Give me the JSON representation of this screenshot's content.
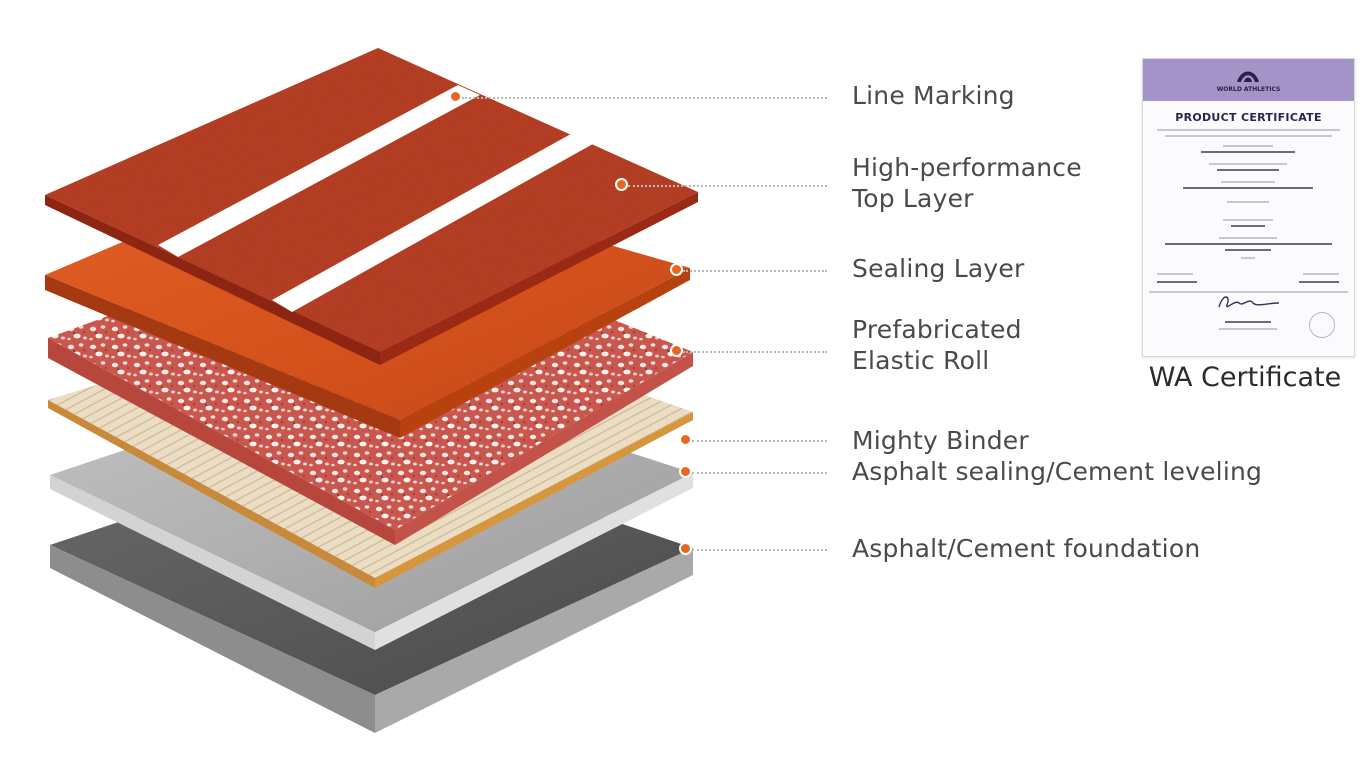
{
  "layers": [
    {
      "id": "line-marking",
      "lines": [
        "Line Marking"
      ]
    },
    {
      "id": "top-layer",
      "lines": [
        "High-performance",
        "Top Layer"
      ]
    },
    {
      "id": "sealing-layer",
      "lines": [
        "Sealing Layer"
      ]
    },
    {
      "id": "elastic-roll",
      "lines": [
        "Prefabricated",
        "Elastic Roll"
      ]
    },
    {
      "id": "mighty-binder",
      "lines": [
        "Mighty Binder"
      ]
    },
    {
      "id": "asphalt-sealing",
      "lines": [
        "Asphalt sealing/Cement leveling"
      ]
    },
    {
      "id": "foundation",
      "lines": [
        "Asphalt/Cement foundation"
      ]
    }
  ],
  "certificate": {
    "org_mark": "WORLD ATHLETICS",
    "title": "PRODUCT CERTIFICATE",
    "caption": "WA Certificate"
  },
  "colors": {
    "accent_dot": "#e8661f",
    "top_layer": "#b8391f",
    "sealing_layer": "#d9531f",
    "elastic_roll": "#c9574d",
    "binder": "#e7d8c0",
    "asphalt_sealing": "#b5b5b5",
    "foundation": "#5f5f5f",
    "certificate_band": "#a493c7"
  }
}
